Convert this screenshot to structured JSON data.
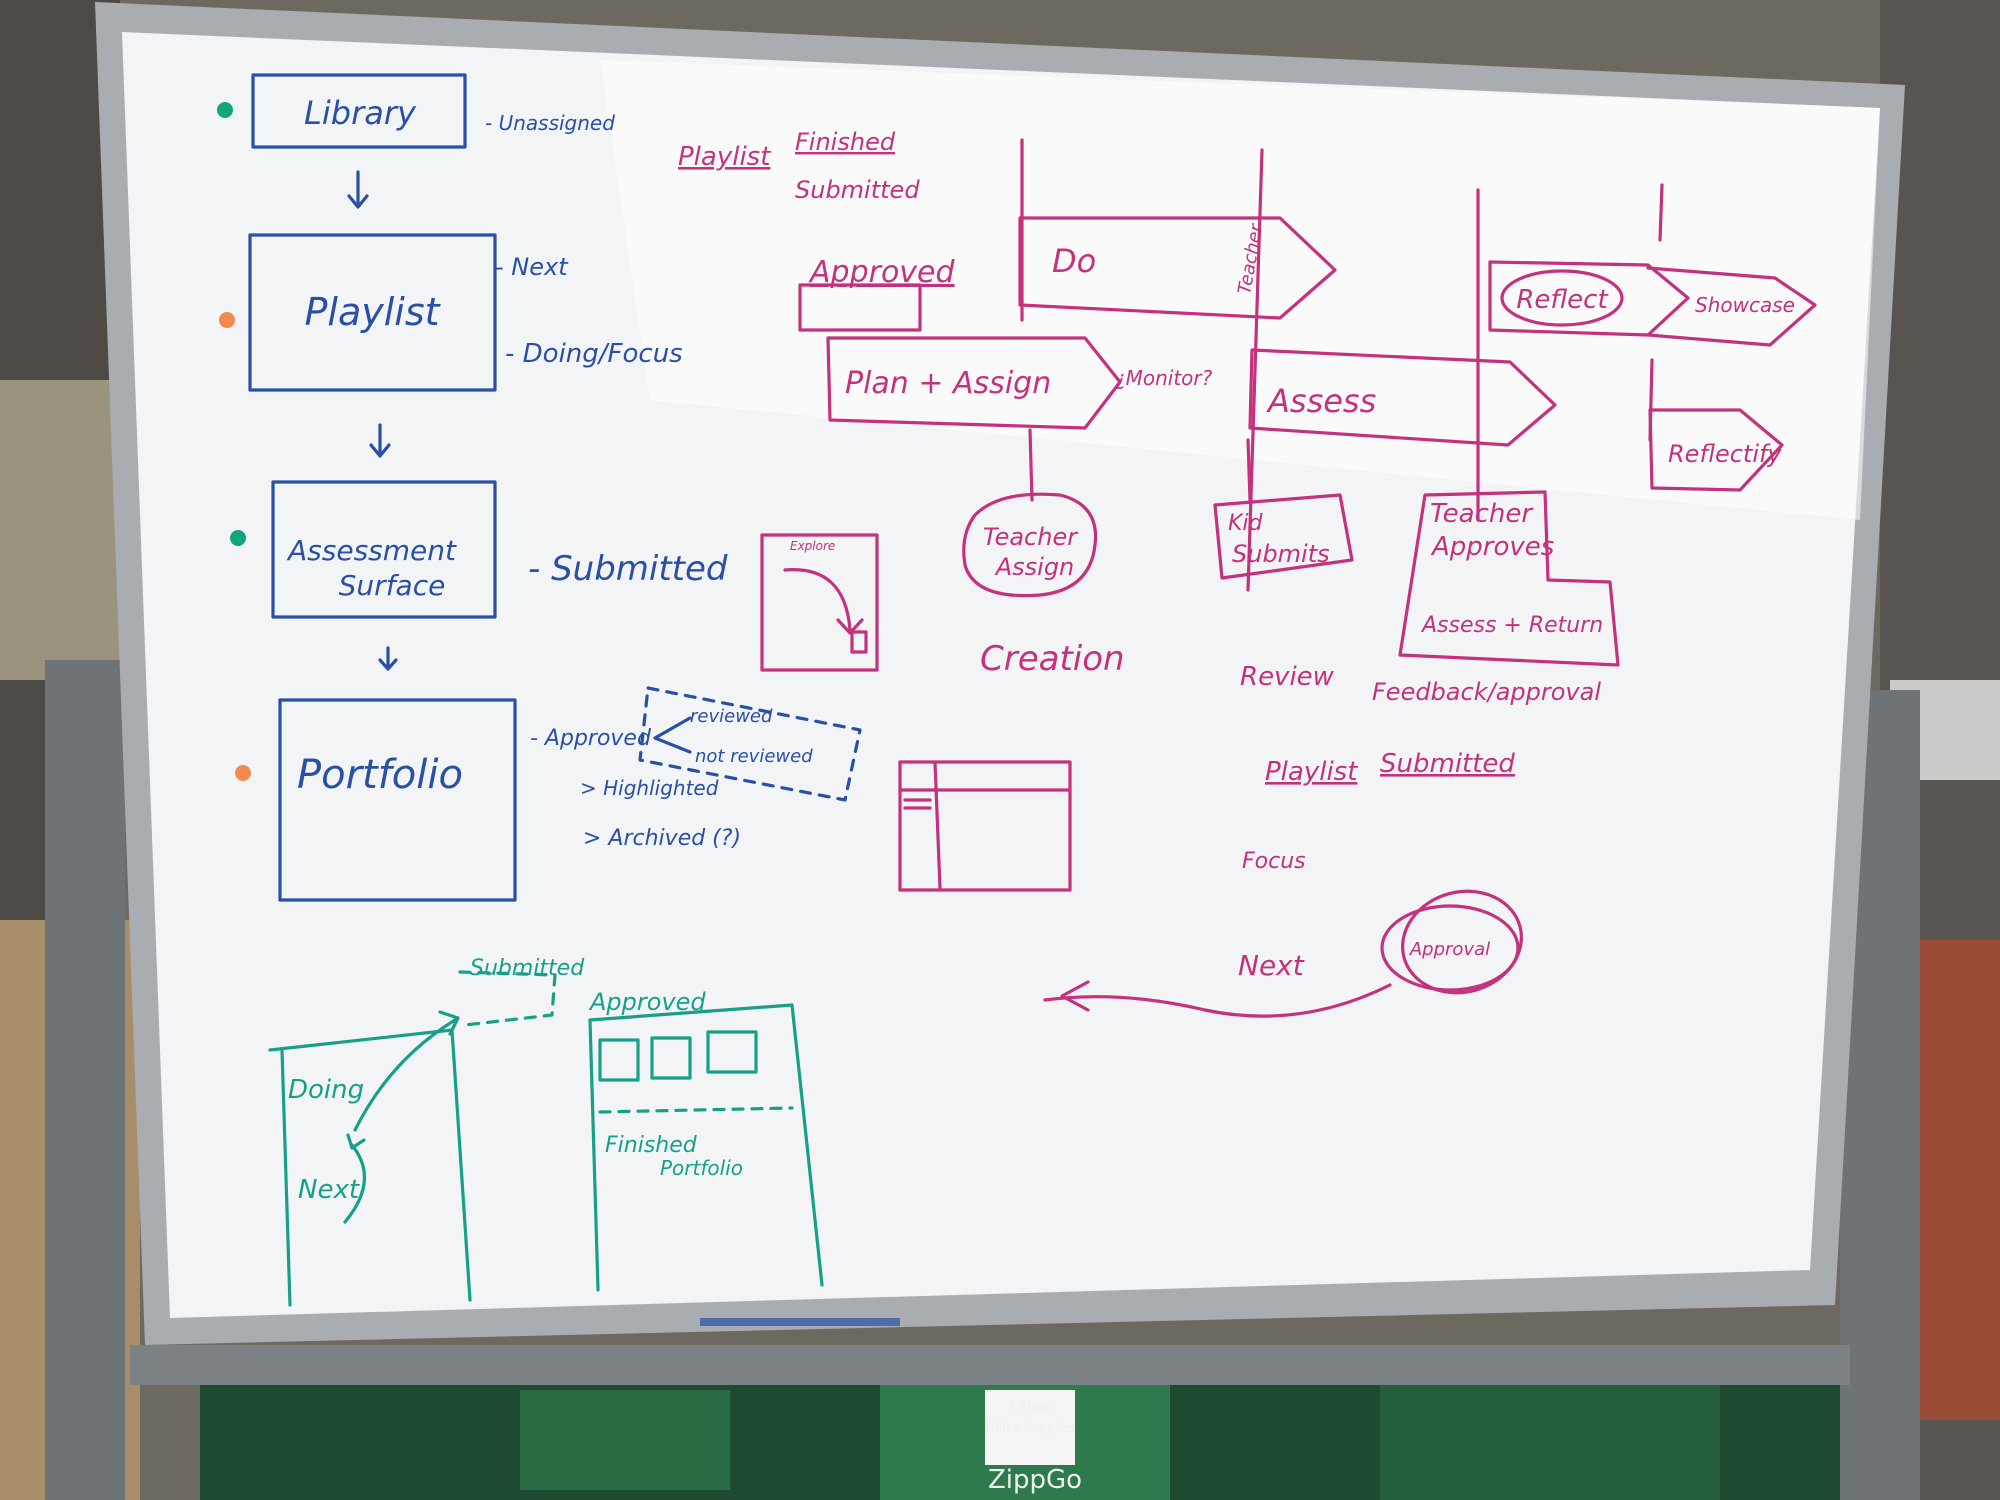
{
  "colors": {
    "board": "#f3f4f6",
    "frame": "#a9adb2",
    "blue_marker": "#2a4fa6",
    "pink_marker": "#c4317c",
    "teal_marker": "#17a088",
    "green_dot": "#14a47c",
    "orange_dot": "#f08a4e"
  },
  "left_flow": {
    "stage_1": {
      "label": "Library",
      "note": "- Unassigned"
    },
    "stage_2": {
      "label": "Playlist",
      "note_1": "- Next",
      "note_2": "- Doing/Focus"
    },
    "stage_3": {
      "label_line_1": "Assessment",
      "label_line_2": "Surface",
      "note": "- Submitted"
    },
    "stage_4": {
      "label": "Portfolio",
      "note": "- Approved",
      "branch_1": "reviewed",
      "branch_2": "not reviewed",
      "sub_1": "> Highlighted",
      "sub_2": "> Archived (?)"
    }
  },
  "top_labels": {
    "playlist": "Playlist",
    "finished": "Finished",
    "submitted": "Submitted",
    "approved": "Approved"
  },
  "arrows": {
    "do": "Do",
    "do_side": "Teacher",
    "plan_assign": "Plan + Assign",
    "monitor": "¿Monitor?",
    "assess": "Assess",
    "reflect": "Reflect",
    "showcase": "Showcase",
    "reflectify": "Reflectify"
  },
  "boxes": {
    "teacher_assign": [
      "Teacher",
      "Assign"
    ],
    "kid_submits": [
      "Kid",
      "Submits"
    ],
    "teacher_approves": [
      "Teacher",
      "Approves"
    ],
    "assess_return": "Assess + Return",
    "explore": "Explore"
  },
  "phases": {
    "creation": "Creation",
    "review": "Review",
    "feedback": "Feedback/approval"
  },
  "lower_notes": {
    "playlist": "Playlist",
    "submitted": "Submitted",
    "focus": "Focus",
    "next": "Next",
    "approval": "Approval"
  },
  "teal_sketch": {
    "submitted": "Submitted",
    "doing": "Doing",
    "next": "Next",
    "approved": "Approved",
    "finished": "Finished",
    "portfolio": "Portfolio"
  },
  "crate": {
    "brand": "ZippGo",
    "tag_line_1": "3 Floor",
    "tag_line_2": "Office Supplies"
  }
}
